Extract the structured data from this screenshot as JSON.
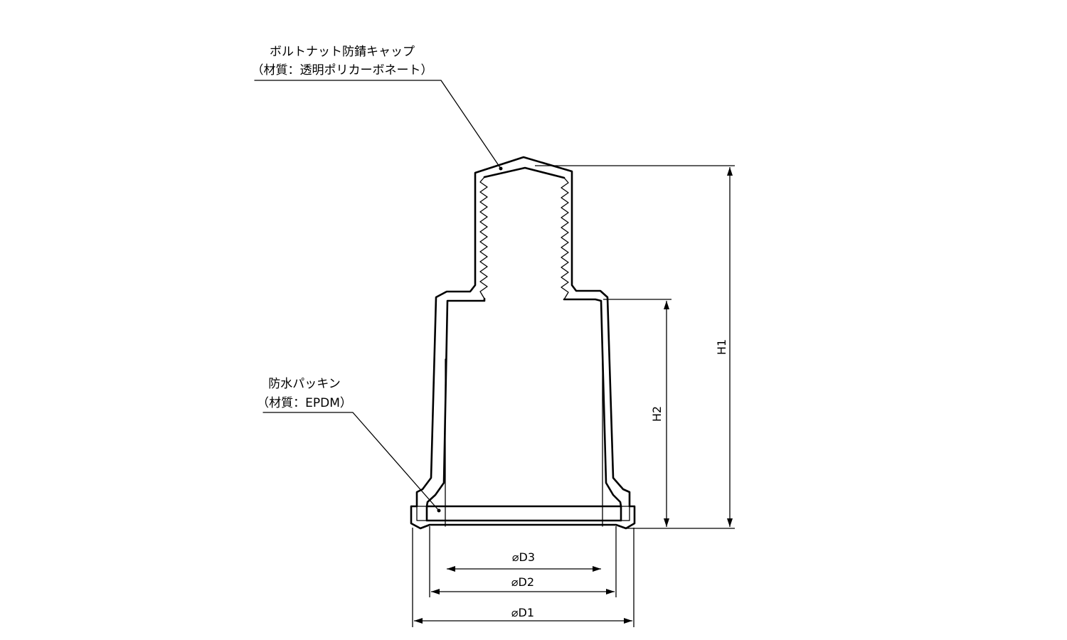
{
  "callouts": {
    "cap": {
      "name": "ボルトナット防錆キャップ",
      "material": "（材質：透明ポリカーボネート）"
    },
    "packing": {
      "name": "防水パッキン",
      "material": "（材質：EPDM）"
    }
  },
  "dimensions": {
    "h1": "H1",
    "h2": "H2",
    "d1": "⌀D1",
    "d2": "⌀D2",
    "d3": "⌀D3"
  }
}
